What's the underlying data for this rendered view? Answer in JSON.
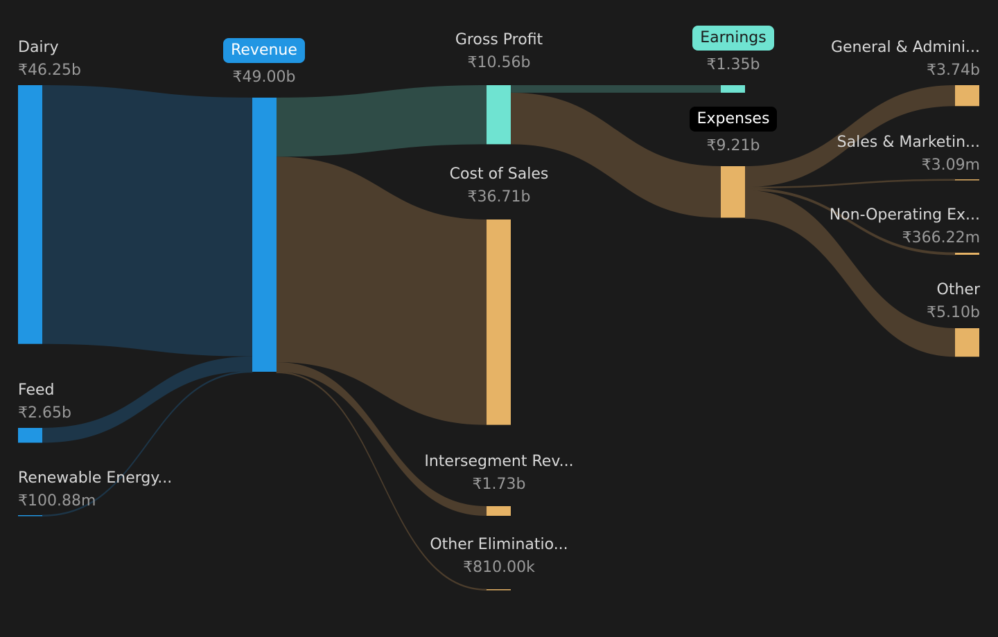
{
  "chart_data": {
    "type": "sankey",
    "colors": {
      "background": "#1b1b1b",
      "revenue_node": "#2196e3",
      "revenue_link": "#1d3649",
      "profit_node": "#6fe3d1",
      "profit_link": "#2f4c47",
      "cost_node": "#e6b366",
      "cost_link": "#4d3e2d"
    },
    "nodes": [
      {
        "id": "dairy",
        "label": "Dairy",
        "value_label": "₹46.25b",
        "value_bn": 46.25,
        "role": "revenue"
      },
      {
        "id": "feed",
        "label": "Feed",
        "value_label": "₹2.65b",
        "value_bn": 2.65,
        "role": "revenue"
      },
      {
        "id": "renewable",
        "label": "Renewable Energy...",
        "value_label": "₹100.88m",
        "value_bn": 0.10088,
        "role": "revenue"
      },
      {
        "id": "revenue",
        "label": "Revenue",
        "value_label": "₹49.00b",
        "value_bn": 49.0,
        "role": "revenue",
        "highlight": true
      },
      {
        "id": "gross_profit",
        "label": "Gross Profit",
        "value_label": "₹10.56b",
        "value_bn": 10.56,
        "role": "profit"
      },
      {
        "id": "cost_of_sales",
        "label": "Cost of Sales",
        "value_label": "₹36.71b",
        "value_bn": 36.71,
        "role": "cost"
      },
      {
        "id": "intersegment",
        "label": "Intersegment Rev...",
        "value_label": "₹1.73b",
        "value_bn": 1.73,
        "role": "cost"
      },
      {
        "id": "other_elim",
        "label": "Other Eliminatio...",
        "value_label": "₹810.00k",
        "value_bn": 0.00081,
        "role": "cost"
      },
      {
        "id": "earnings",
        "label": "Earnings",
        "value_label": "₹1.35b",
        "value_bn": 1.35,
        "role": "profit",
        "highlight": true
      },
      {
        "id": "expenses",
        "label": "Expenses",
        "value_label": "₹9.21b",
        "value_bn": 9.21,
        "role": "cost",
        "highlight": true
      },
      {
        "id": "gna",
        "label": "General & Admini...",
        "value_label": "₹3.74b",
        "value_bn": 3.74,
        "role": "cost"
      },
      {
        "id": "snm",
        "label": "Sales & Marketin...",
        "value_label": "₹3.09m",
        "value_bn": 0.00309,
        "role": "cost"
      },
      {
        "id": "nonop",
        "label": "Non-Operating Ex...",
        "value_label": "₹366.22m",
        "value_bn": 0.36622,
        "role": "cost"
      },
      {
        "id": "other",
        "label": "Other",
        "value_label": "₹5.10b",
        "value_bn": 5.1,
        "role": "cost"
      }
    ],
    "links": [
      {
        "source": "dairy",
        "target": "revenue",
        "value_bn": 46.25,
        "role": "revenue"
      },
      {
        "source": "feed",
        "target": "revenue",
        "value_bn": 2.65,
        "role": "revenue"
      },
      {
        "source": "renewable",
        "target": "revenue",
        "value_bn": 0.10088,
        "role": "revenue"
      },
      {
        "source": "revenue",
        "target": "gross_profit",
        "value_bn": 10.56,
        "role": "profit"
      },
      {
        "source": "revenue",
        "target": "cost_of_sales",
        "value_bn": 36.71,
        "role": "cost"
      },
      {
        "source": "revenue",
        "target": "intersegment",
        "value_bn": 1.73,
        "role": "cost"
      },
      {
        "source": "revenue",
        "target": "other_elim",
        "value_bn": 0.00081,
        "role": "cost"
      },
      {
        "source": "gross_profit",
        "target": "earnings",
        "value_bn": 1.35,
        "role": "profit"
      },
      {
        "source": "gross_profit",
        "target": "expenses",
        "value_bn": 9.21,
        "role": "cost"
      },
      {
        "source": "expenses",
        "target": "gna",
        "value_bn": 3.74,
        "role": "cost"
      },
      {
        "source": "expenses",
        "target": "snm",
        "value_bn": 0.00309,
        "role": "cost"
      },
      {
        "source": "expenses",
        "target": "nonop",
        "value_bn": 0.36622,
        "role": "cost"
      },
      {
        "source": "expenses",
        "target": "other",
        "value_bn": 5.1,
        "role": "cost"
      }
    ]
  }
}
